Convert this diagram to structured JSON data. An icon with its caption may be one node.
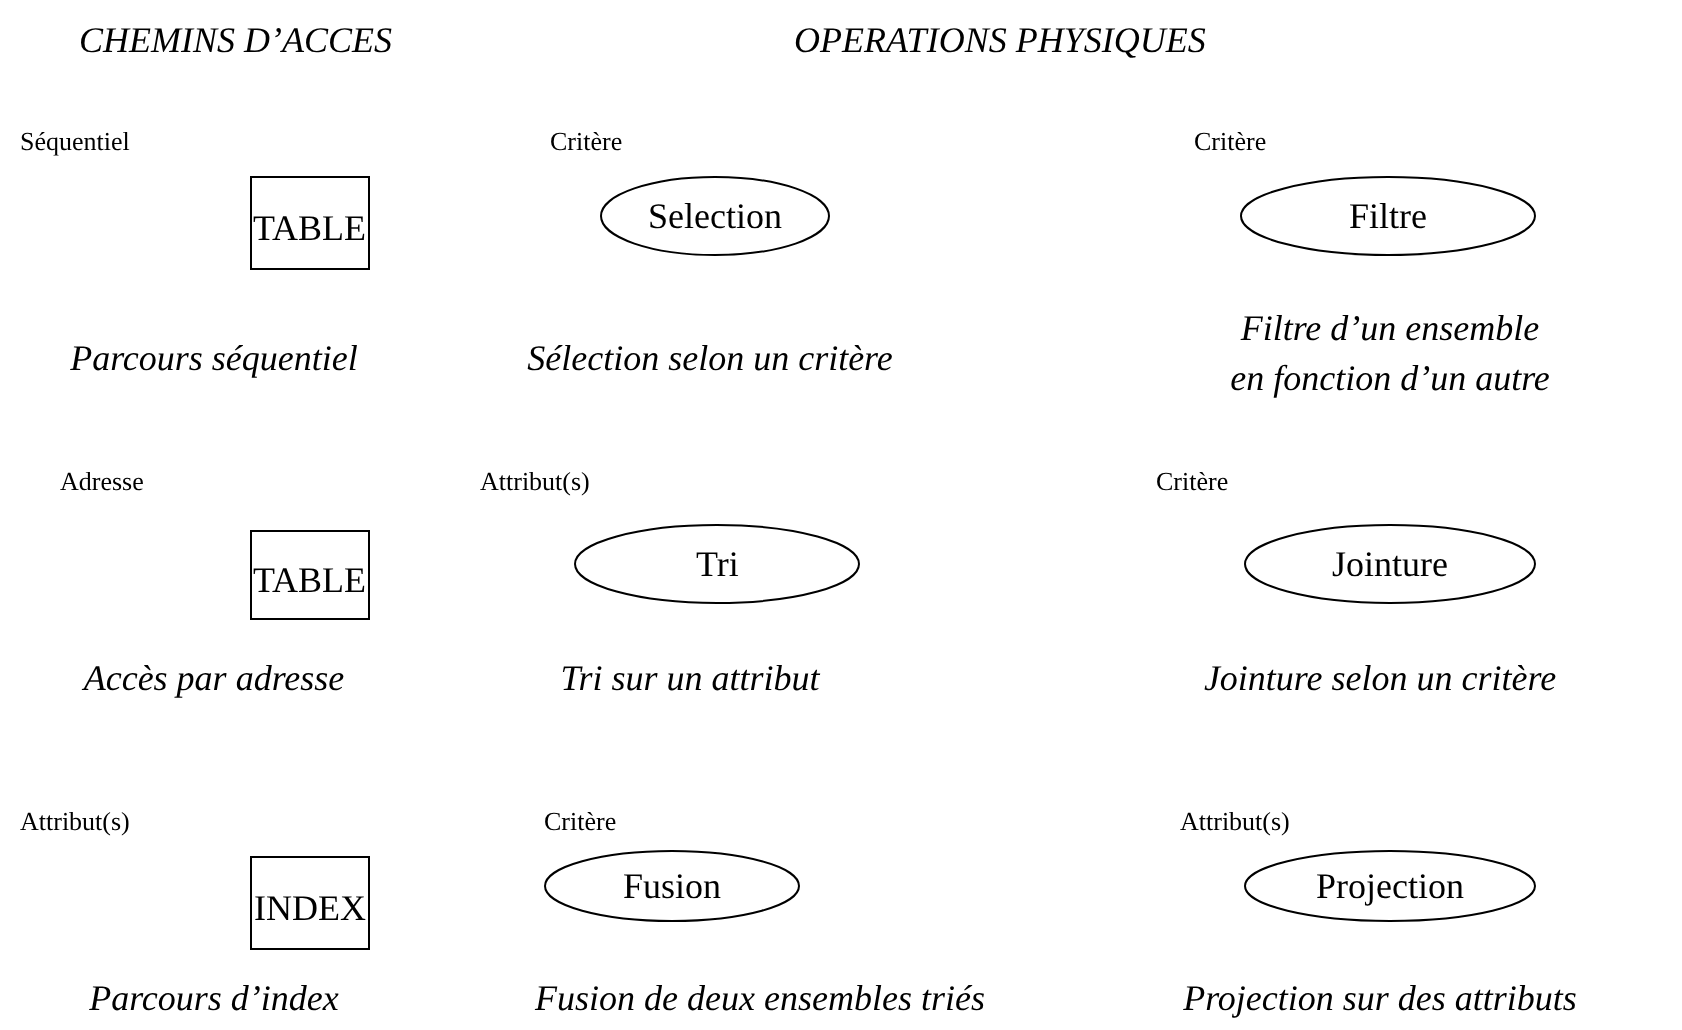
{
  "diagram": {
    "nodes": [
      {
        "text": [
          "Séquentiel",
          "TABLE"
        ],
        "beside": [
          "Parcours séquentiel"
        ]
      },
      {
        "text": [
          "Critère",
          "Selection"
        ],
        "beside": [
          "Sélection selon un critère"
        ]
      },
      {
        "text": [
          "Critère",
          "Filtre"
        ],
        "beside": [
          "Filtre d’un ensemble en fonction d’un autre"
        ]
      },
      {
        "text": [
          "Adresse",
          "TABLE"
        ],
        "beside": [
          "Accès par adresse"
        ]
      },
      {
        "text": [
          "Attribut(s)",
          "Tri"
        ],
        "beside": [
          "Tri sur un attribut"
        ]
      },
      {
        "text": [
          "Critère",
          "Jointure"
        ],
        "beside": [
          "Jointure selon un critère"
        ]
      },
      {
        "text": [
          "Attribut(s)",
          "INDEX"
        ],
        "beside": [
          "Parcours d’index"
        ]
      },
      {
        "text": [
          "Critère",
          "Fusion"
        ],
        "beside": [
          "Fusion de deux ensembles triés"
        ]
      },
      {
        "text": [
          "Attribut(s)",
          "Projection"
        ],
        "beside": [
          "Projection sur des attributs"
        ]
      }
    ],
    "edges": [],
    "labels": [
      "CHEMINS D’ACCES",
      "OPERATIONS PHYSIQUES"
    ]
  }
}
